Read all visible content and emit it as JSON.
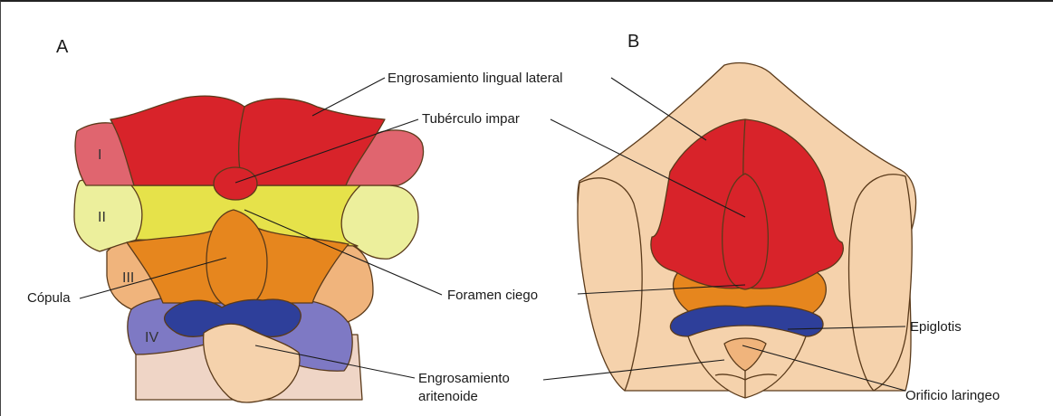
{
  "panels": {
    "a": "A",
    "b": "B"
  },
  "arches": {
    "i": "I",
    "ii": "II",
    "iii": "III",
    "iv": "IV"
  },
  "labels": {
    "lateral_lingual_swelling": "Engrosamiento lingual lateral",
    "tuberculum_impar": "Tubérculo impar",
    "copula": "Cópula",
    "foramen_cecum": "Foramen ciego",
    "epiglottis": "Epiglotis",
    "arytenoid_line1": "Engrosamiento",
    "arytenoid_line2": "aritenoide",
    "laryngeal_orifice": "Orificio laringeo"
  },
  "colors": {
    "arch_i_red": "#d8232a",
    "arch_i_pink": "#e0656f",
    "arch_ii_yellow": "#e6e24a",
    "arch_ii_pale": "#ecef9c",
    "arch_iii_orange": "#e6861e",
    "arch_iii_peach": "#f0b47c",
    "arch_iv_blue": "#2e3f9a",
    "arch_iv_lavender": "#7e79c4",
    "tissue_beige": "#f5d2ac",
    "base_pink": "#efd5c6"
  }
}
